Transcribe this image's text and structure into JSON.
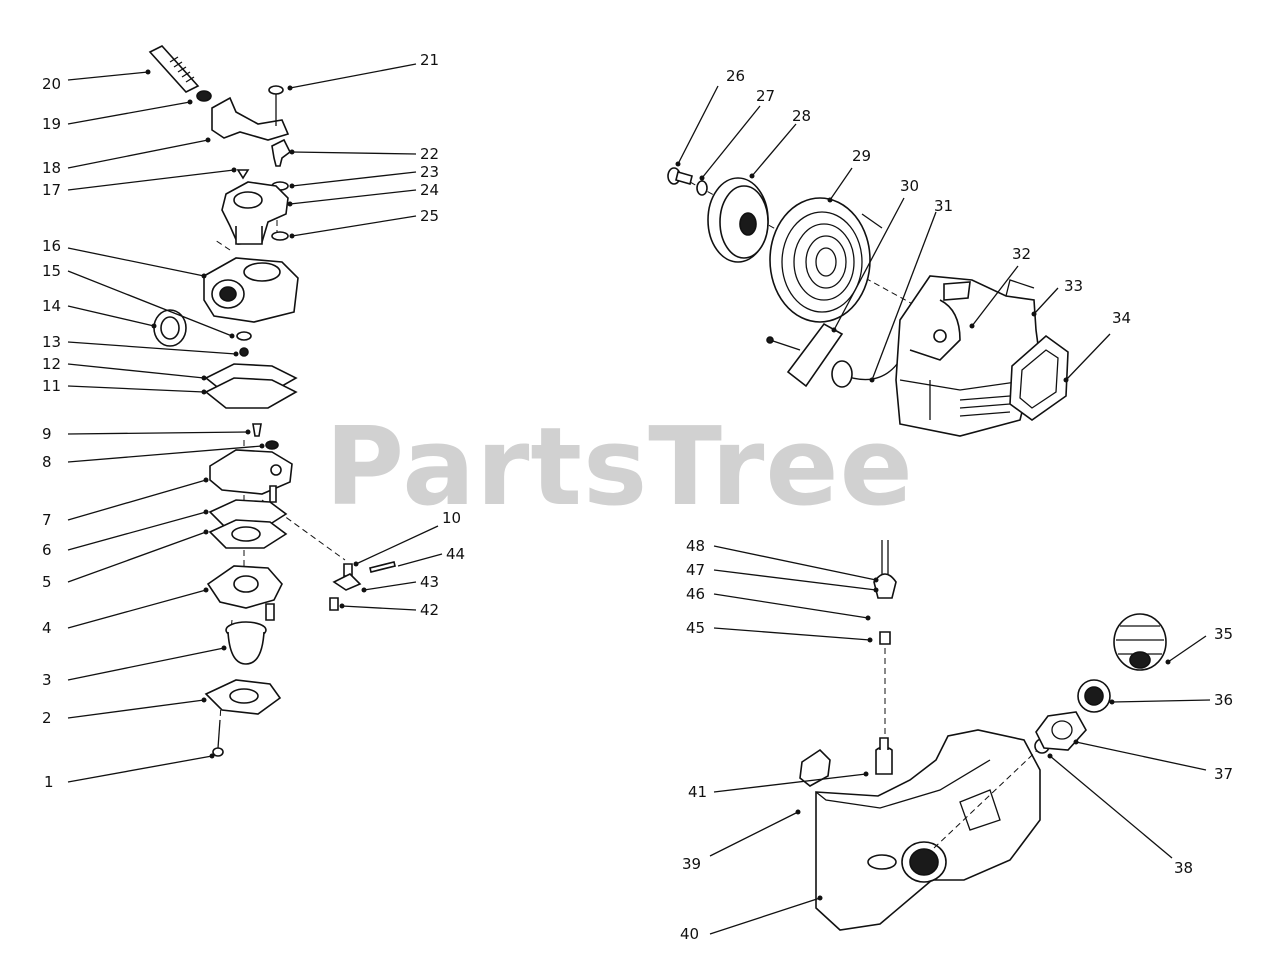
{
  "watermark": "PartsTree",
  "callouts": [
    "1",
    "2",
    "3",
    "4",
    "5",
    "6",
    "7",
    "8",
    "9",
    "10",
    "11",
    "12",
    "13",
    "14",
    "15",
    "16",
    "17",
    "18",
    "19",
    "20",
    "21",
    "22",
    "23",
    "24",
    "25",
    "26",
    "27",
    "28",
    "29",
    "30",
    "31",
    "32",
    "33",
    "34",
    "35",
    "36",
    "37",
    "38",
    "39",
    "40",
    "41",
    "42",
    "43",
    "44",
    "45",
    "46",
    "47",
    "48"
  ],
  "icons": {
    "assembly_left": "carburetor-exploded",
    "assembly_top_right": "recoil-starter-exploded",
    "assembly_bottom_right": "fuel-tank-exploded"
  }
}
